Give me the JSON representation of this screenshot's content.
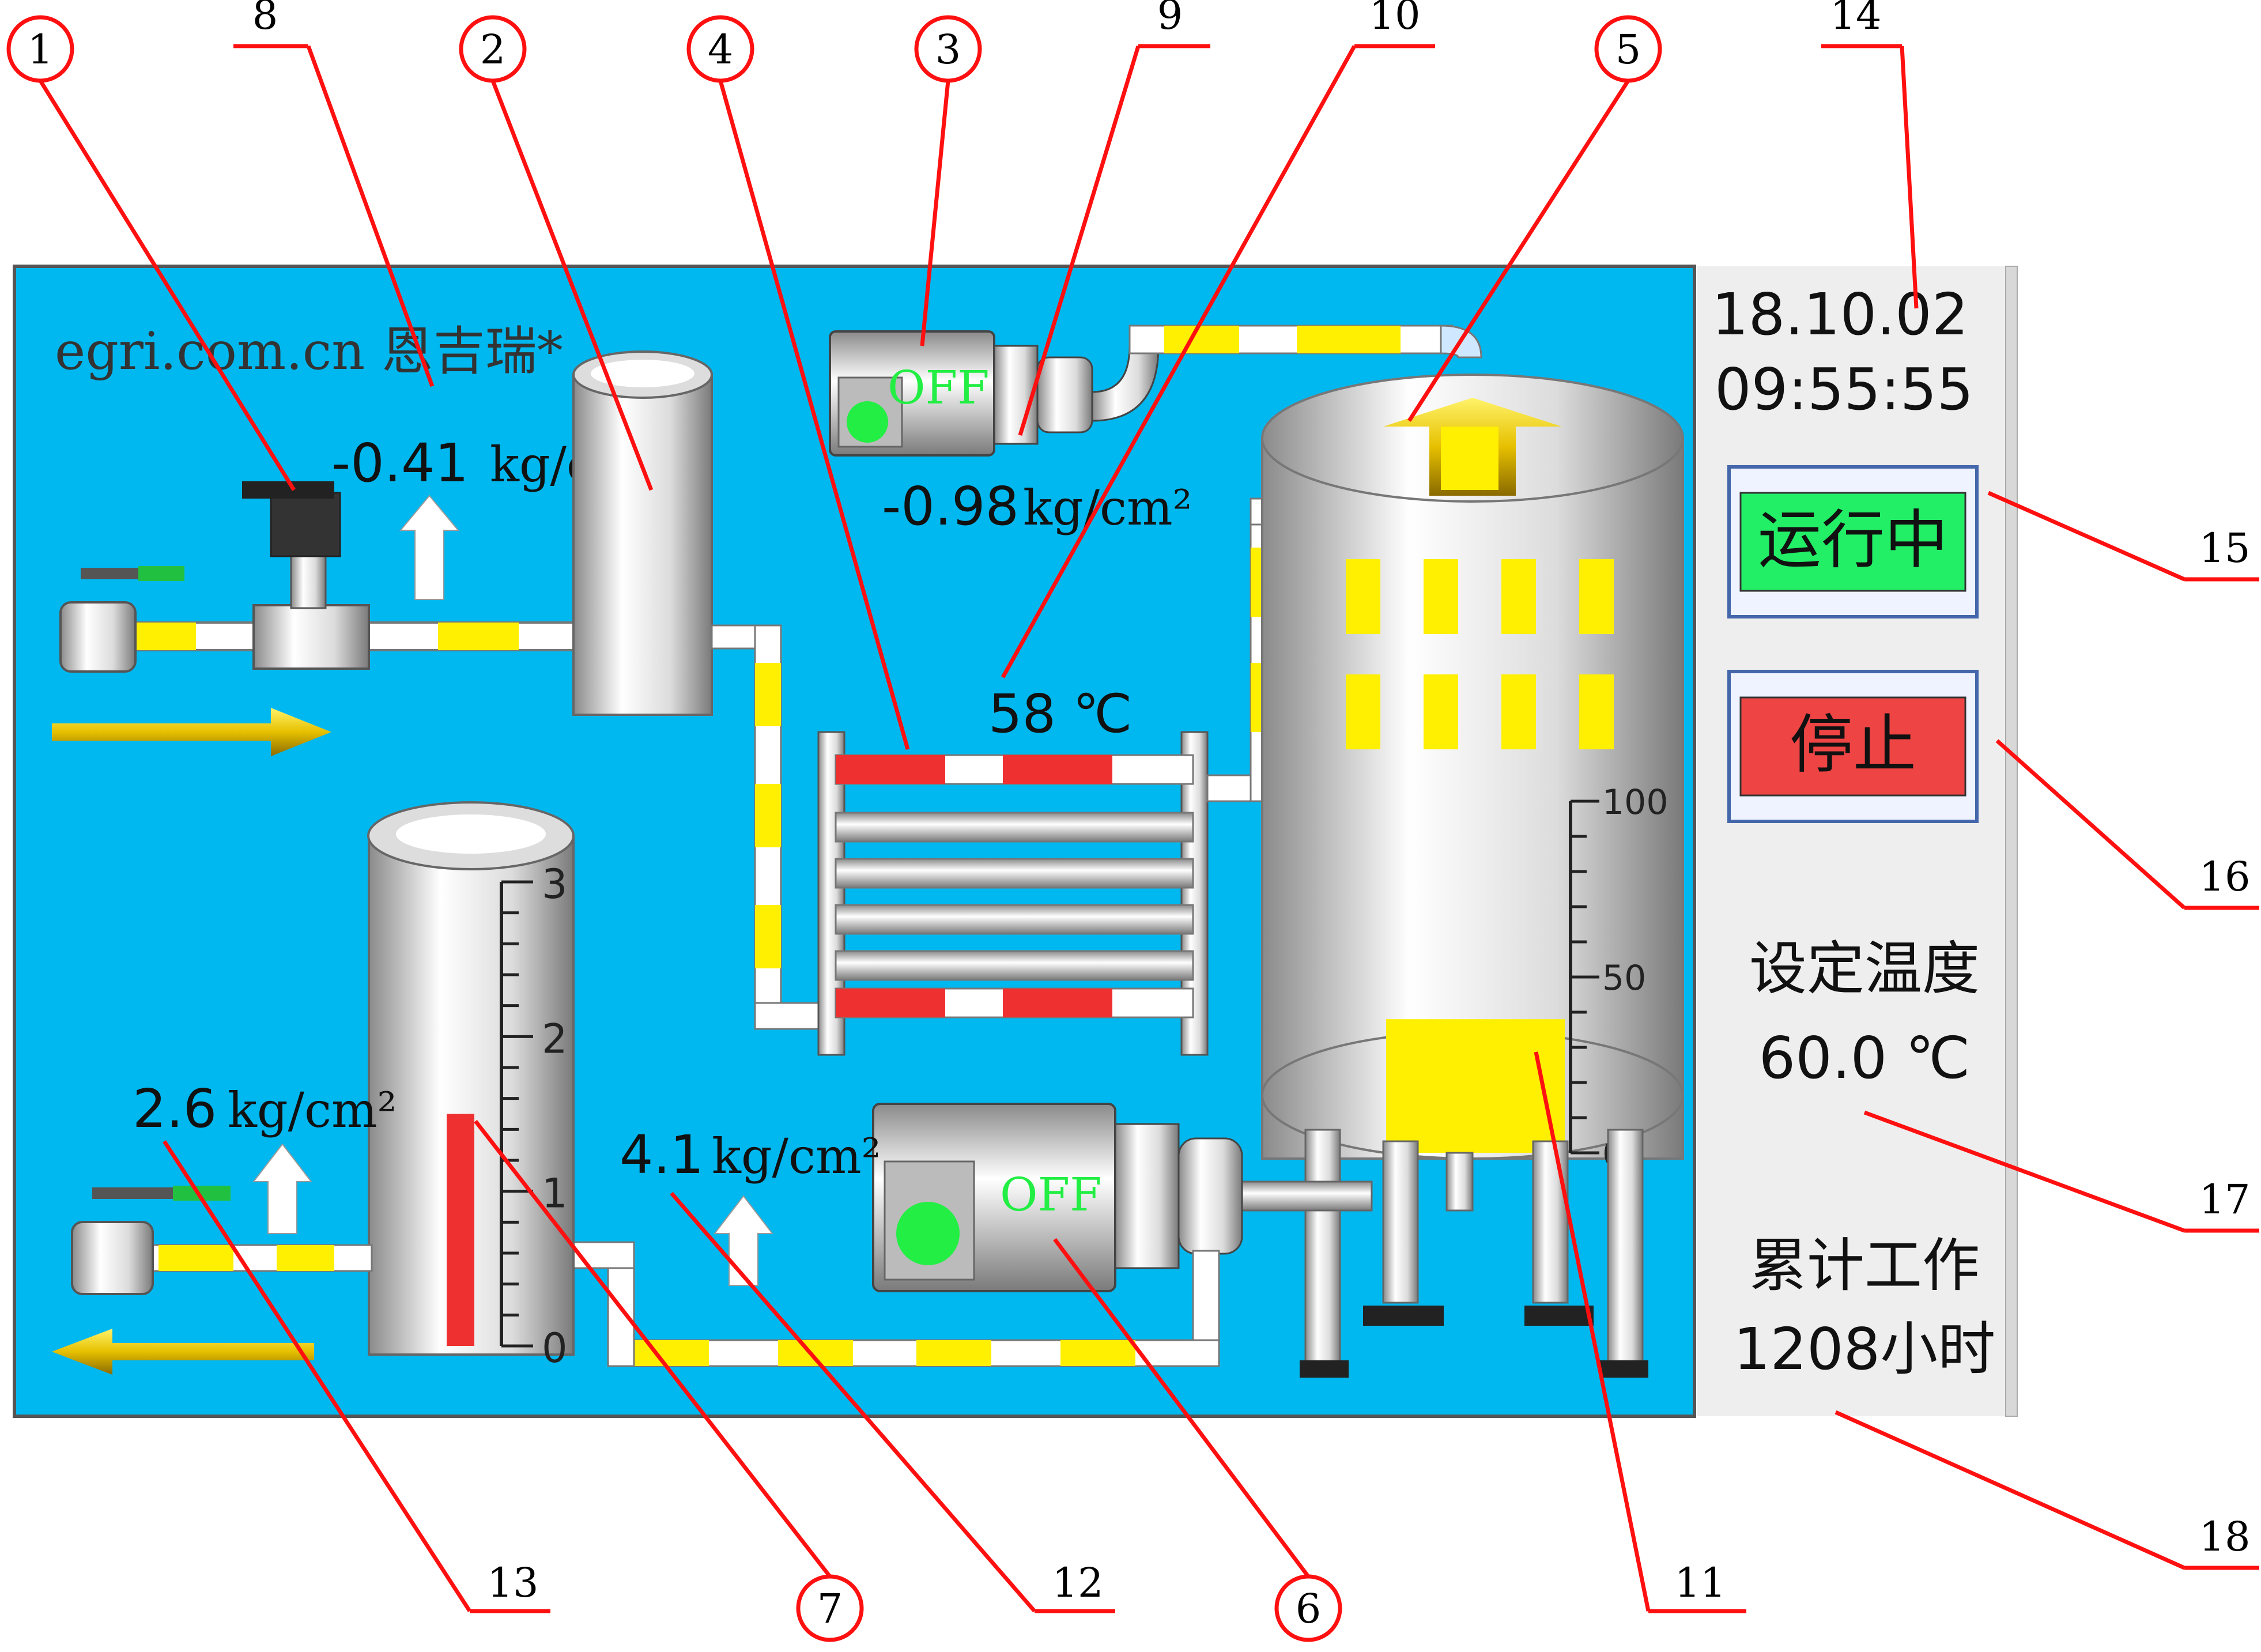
{
  "watermark": "egri.com.cn 恩吉瑞*",
  "readings": {
    "inlet_pressure": "-0.41",
    "vacuum_pressure": "-0.98",
    "pump_pressure": "4.1",
    "outlet_pressure": "2.6",
    "pressure_unit": "kg/cm²",
    "hx_temperature": "58 ℃"
  },
  "pumps": {
    "vacuum_pump_state": "OFF",
    "water_pump_state": "OFF"
  },
  "level_gauge": {
    "ticks": [
      "3",
      "2",
      "1",
      "0"
    ],
    "level": 1.5,
    "max": 3
  },
  "tank_gauge": {
    "ticks": [
      "100",
      "50",
      "0"
    ],
    "level_percent": 38
  },
  "sidebar": {
    "date": "18.10.02",
    "time": "09:55:55",
    "run_button": "运行中",
    "stop_button": "停止",
    "set_temp_label": "设定温度",
    "set_temp_value": "60.0 ℃",
    "work_label": "累计工作",
    "work_value": "1208小时"
  },
  "callouts": [
    "1",
    "2",
    "3",
    "4",
    "5",
    "6",
    "7",
    "8",
    "9",
    "10",
    "11",
    "12",
    "13",
    "14",
    "15",
    "16",
    "17",
    "18"
  ],
  "colors": {
    "background": "#00b8f0",
    "pipe_yellow": "#ffef00",
    "red_band": "#ee3030",
    "run_green": "#22ee66",
    "stop_red": "#ee4444",
    "callout_red": "#ff1010"
  }
}
